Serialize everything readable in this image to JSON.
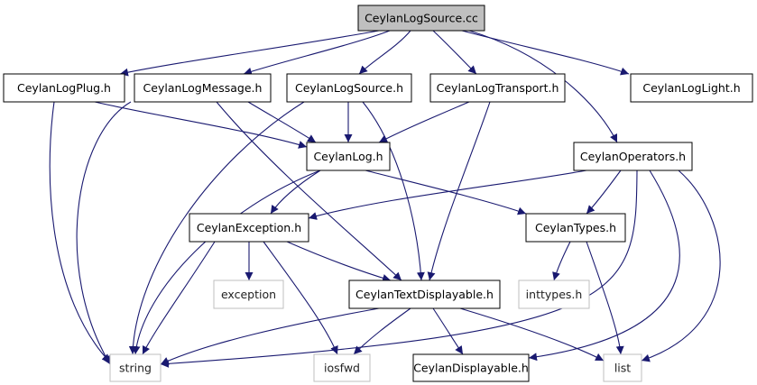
{
  "diagram": {
    "nodes": [
      {
        "id": "root",
        "label": "CeylanLogSource.cc",
        "kind": "root"
      },
      {
        "id": "plug",
        "label": "CeylanLogPlug.h",
        "kind": "header"
      },
      {
        "id": "msg",
        "label": "CeylanLogMessage.h",
        "kind": "header"
      },
      {
        "id": "src",
        "label": "CeylanLogSource.h",
        "kind": "header"
      },
      {
        "id": "trans",
        "label": "CeylanLogTransport.h",
        "kind": "header"
      },
      {
        "id": "light",
        "label": "CeylanLogLight.h",
        "kind": "header"
      },
      {
        "id": "log",
        "label": "CeylanLog.h",
        "kind": "header"
      },
      {
        "id": "ops",
        "label": "CeylanOperators.h",
        "kind": "header"
      },
      {
        "id": "exc",
        "label": "CeylanException.h",
        "kind": "header"
      },
      {
        "id": "types",
        "label": "CeylanTypes.h",
        "kind": "header"
      },
      {
        "id": "excstd",
        "label": "exception",
        "kind": "system"
      },
      {
        "id": "td",
        "label": "CeylanTextDisplayable.h",
        "kind": "header"
      },
      {
        "id": "inttypes",
        "label": "inttypes.h",
        "kind": "system"
      },
      {
        "id": "string",
        "label": "string",
        "kind": "system"
      },
      {
        "id": "iosfwd",
        "label": "iosfwd",
        "kind": "system"
      },
      {
        "id": "disp",
        "label": "CeylanDisplayable.h",
        "kind": "header"
      },
      {
        "id": "list",
        "label": "list",
        "kind": "system"
      }
    ],
    "edges": [
      [
        "root",
        "plug"
      ],
      [
        "root",
        "msg"
      ],
      [
        "root",
        "src"
      ],
      [
        "root",
        "trans"
      ],
      [
        "root",
        "light"
      ],
      [
        "root",
        "ops"
      ],
      [
        "plug",
        "log"
      ],
      [
        "plug",
        "string"
      ],
      [
        "msg",
        "log"
      ],
      [
        "msg",
        "string"
      ],
      [
        "msg",
        "td"
      ],
      [
        "src",
        "log"
      ],
      [
        "src",
        "string"
      ],
      [
        "src",
        "td"
      ],
      [
        "trans",
        "log"
      ],
      [
        "trans",
        "td"
      ],
      [
        "log",
        "exc"
      ],
      [
        "log",
        "types"
      ],
      [
        "log",
        "string"
      ],
      [
        "ops",
        "exc"
      ],
      [
        "ops",
        "types"
      ],
      [
        "ops",
        "string"
      ],
      [
        "ops",
        "disp"
      ],
      [
        "ops",
        "list"
      ],
      [
        "exc",
        "excstd"
      ],
      [
        "exc",
        "td"
      ],
      [
        "exc",
        "string"
      ],
      [
        "exc",
        "iosfwd"
      ],
      [
        "types",
        "inttypes"
      ],
      [
        "types",
        "list"
      ],
      [
        "td",
        "string"
      ],
      [
        "td",
        "iosfwd"
      ],
      [
        "td",
        "disp"
      ],
      [
        "td",
        "list"
      ]
    ],
    "colors": {
      "edge": "#191970",
      "root_fill": "#bfbfbf",
      "node_border": "#000000",
      "system_border": "#bfbfbf"
    }
  }
}
